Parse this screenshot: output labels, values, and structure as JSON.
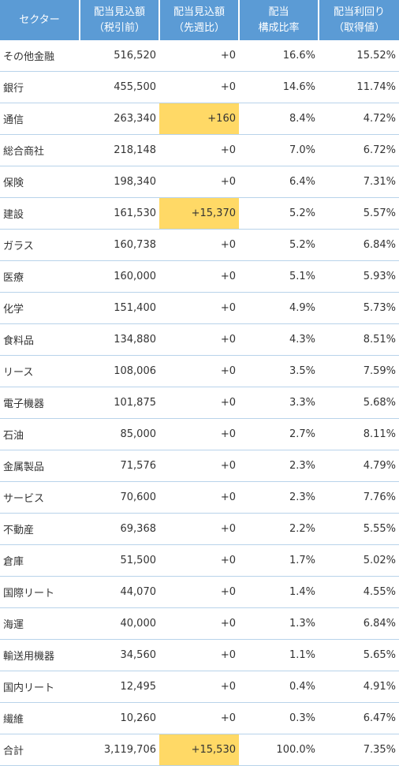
{
  "headers": [
    [
      "セクター"
    ],
    [
      "配当見込額",
      "（税引前）"
    ],
    [
      "配当見込額",
      "（先週比）"
    ],
    [
      "配当",
      "構成比率"
    ],
    [
      "配当利回り",
      "（取得値）"
    ]
  ],
  "rows": [
    {
      "sector": "その他金融",
      "amount": "516,520",
      "change": "+0",
      "ratio": "16.6%",
      "yield": "15.52%",
      "highlight": false
    },
    {
      "sector": "銀行",
      "amount": "455,500",
      "change": "+0",
      "ratio": "14.6%",
      "yield": "11.74%",
      "highlight": false
    },
    {
      "sector": "通信",
      "amount": "263,340",
      "change": "+160",
      "ratio": "8.4%",
      "yield": "4.72%",
      "highlight": true
    },
    {
      "sector": "総合商社",
      "amount": "218,148",
      "change": "+0",
      "ratio": "7.0%",
      "yield": "6.72%",
      "highlight": false
    },
    {
      "sector": "保険",
      "amount": "198,340",
      "change": "+0",
      "ratio": "6.4%",
      "yield": "7.31%",
      "highlight": false
    },
    {
      "sector": "建設",
      "amount": "161,530",
      "change": "+15,370",
      "ratio": "5.2%",
      "yield": "5.57%",
      "highlight": true
    },
    {
      "sector": "ガラス",
      "amount": "160,738",
      "change": "+0",
      "ratio": "5.2%",
      "yield": "6.84%",
      "highlight": false
    },
    {
      "sector": "医療",
      "amount": "160,000",
      "change": "+0",
      "ratio": "5.1%",
      "yield": "5.93%",
      "highlight": false
    },
    {
      "sector": "化学",
      "amount": "151,400",
      "change": "+0",
      "ratio": "4.9%",
      "yield": "5.73%",
      "highlight": false
    },
    {
      "sector": "食料品",
      "amount": "134,880",
      "change": "+0",
      "ratio": "4.3%",
      "yield": "8.51%",
      "highlight": false
    },
    {
      "sector": "リース",
      "amount": "108,006",
      "change": "+0",
      "ratio": "3.5%",
      "yield": "7.59%",
      "highlight": false
    },
    {
      "sector": "電子機器",
      "amount": "101,875",
      "change": "+0",
      "ratio": "3.3%",
      "yield": "5.68%",
      "highlight": false
    },
    {
      "sector": "石油",
      "amount": "85,000",
      "change": "+0",
      "ratio": "2.7%",
      "yield": "8.11%",
      "highlight": false
    },
    {
      "sector": "金属製品",
      "amount": "71,576",
      "change": "+0",
      "ratio": "2.3%",
      "yield": "4.79%",
      "highlight": false
    },
    {
      "sector": "サービス",
      "amount": "70,600",
      "change": "+0",
      "ratio": "2.3%",
      "yield": "7.76%",
      "highlight": false
    },
    {
      "sector": "不動産",
      "amount": "69,368",
      "change": "+0",
      "ratio": "2.2%",
      "yield": "5.55%",
      "highlight": false
    },
    {
      "sector": "倉庫",
      "amount": "51,500",
      "change": "+0",
      "ratio": "1.7%",
      "yield": "5.02%",
      "highlight": false
    },
    {
      "sector": "国際リート",
      "amount": "44,070",
      "change": "+0",
      "ratio": "1.4%",
      "yield": "4.55%",
      "highlight": false
    },
    {
      "sector": "海運",
      "amount": "40,000",
      "change": "+0",
      "ratio": "1.3%",
      "yield": "6.84%",
      "highlight": false
    },
    {
      "sector": "輸送用機器",
      "amount": "34,560",
      "change": "+0",
      "ratio": "1.1%",
      "yield": "5.65%",
      "highlight": false
    },
    {
      "sector": "国内リート",
      "amount": "12,495",
      "change": "+0",
      "ratio": "0.4%",
      "yield": "4.91%",
      "highlight": false
    },
    {
      "sector": "繊維",
      "amount": "10,260",
      "change": "+0",
      "ratio": "0.3%",
      "yield": "6.47%",
      "highlight": false
    },
    {
      "sector": "合計",
      "amount": "3,119,706",
      "change": "+15,530",
      "ratio": "100.0%",
      "yield": "7.35%",
      "highlight": true
    }
  ],
  "colors": {
    "header_bg": "#5b9bd5",
    "highlight": "#ffd966",
    "row_border": "#b8d3ea"
  }
}
